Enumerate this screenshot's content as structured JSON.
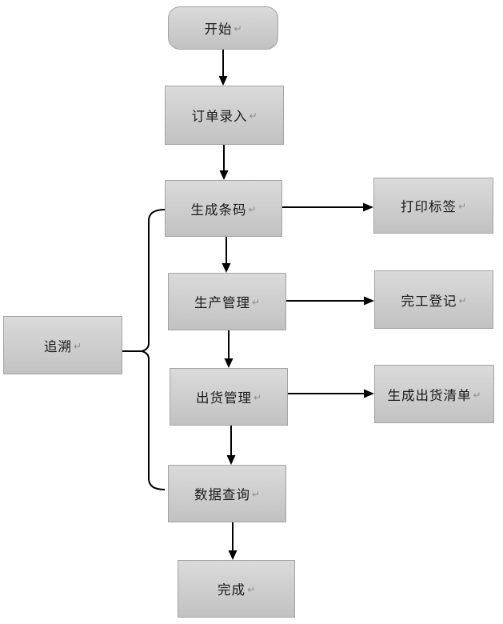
{
  "diagram": {
    "type": "flowchart",
    "paragraph_mark": "↵",
    "colors": {
      "background": "#ffffff",
      "box_fill_top": "#dadada",
      "box_fill_bottom": "#c2c2c2",
      "box_border": "#a3a3a3",
      "connector": "#000000",
      "text": "#1a1a1a",
      "paragraph_mark": "#8e8e8e"
    },
    "nodes": {
      "start": {
        "label": "开始",
        "shape": "rounded-rectangle"
      },
      "order": {
        "label": "订单录入",
        "shape": "rectangle"
      },
      "barcode": {
        "label": "生成条码",
        "shape": "rectangle"
      },
      "print": {
        "label": "打印标签",
        "shape": "rectangle"
      },
      "production": {
        "label": "生产管理",
        "shape": "rectangle"
      },
      "completion": {
        "label": "完工登记",
        "shape": "rectangle"
      },
      "shipment": {
        "label": "出货管理",
        "shape": "rectangle"
      },
      "shiplist": {
        "label": "生成出货清单",
        "shape": "rectangle"
      },
      "query": {
        "label": "数据查询",
        "shape": "rectangle"
      },
      "finish": {
        "label": "完成",
        "shape": "rectangle"
      },
      "trace": {
        "label": "追溯",
        "shape": "rectangle"
      }
    },
    "edges": [
      {
        "from": "开始",
        "to": "订单录入",
        "type": "arrow",
        "direction": "down"
      },
      {
        "from": "订单录入",
        "to": "生成条码",
        "type": "arrow",
        "direction": "down"
      },
      {
        "from": "生成条码",
        "to": "打印标签",
        "type": "arrow",
        "direction": "right"
      },
      {
        "from": "生成条码",
        "to": "生产管理",
        "type": "arrow",
        "direction": "down"
      },
      {
        "from": "生产管理",
        "to": "完工登记",
        "type": "arrow",
        "direction": "right"
      },
      {
        "from": "生产管理",
        "to": "出货管理",
        "type": "arrow",
        "direction": "down"
      },
      {
        "from": "出货管理",
        "to": "生成出货清单",
        "type": "arrow",
        "direction": "right"
      },
      {
        "from": "出货管理",
        "to": "数据查询",
        "type": "arrow",
        "direction": "down"
      },
      {
        "from": "数据查询",
        "to": "完成",
        "type": "arrow",
        "direction": "down"
      },
      {
        "from": "追溯",
        "to": "生成条码, 生产管理, 出货管理, 数据查询",
        "type": "brace"
      }
    ]
  }
}
